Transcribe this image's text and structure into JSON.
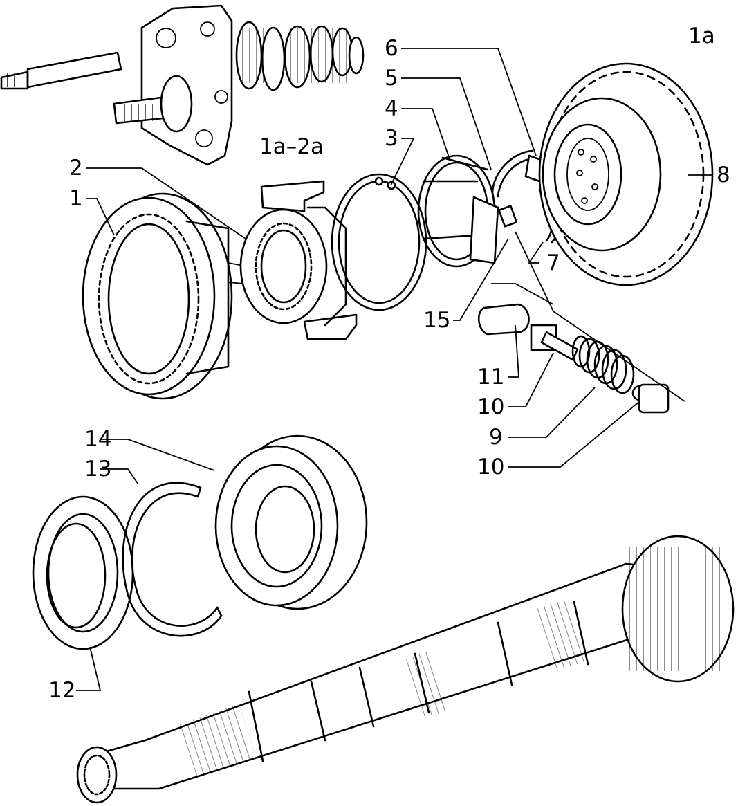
{
  "diagram": {
    "title": "1a",
    "inset_label": "1a–2a",
    "callouts": {
      "c1": "1",
      "c2": "2",
      "c3": "3",
      "c4": "4",
      "c5": "5",
      "c6": "6",
      "c7": "7",
      "c8": "8",
      "c9": "9",
      "c10a": "10",
      "c10b": "10",
      "c11": "11",
      "c12": "12",
      "c13": "13",
      "c14": "14",
      "c15": "15"
    }
  }
}
